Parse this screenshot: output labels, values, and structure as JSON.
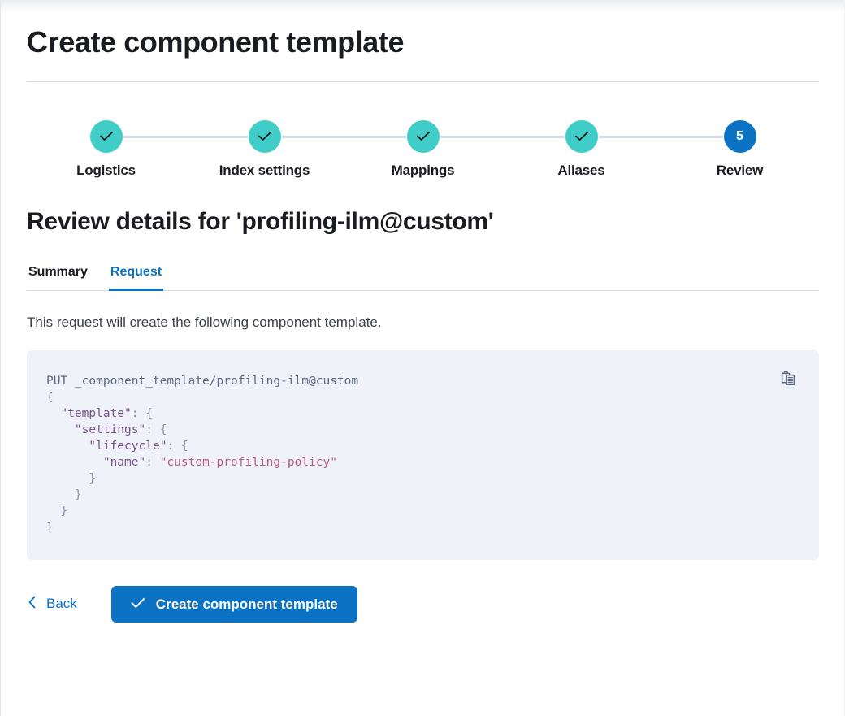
{
  "page": {
    "title": "Create component template"
  },
  "stepper": {
    "steps": [
      {
        "label": "Logistics",
        "state": "complete",
        "number": "1",
        "icon": "check-icon"
      },
      {
        "label": "Index settings",
        "state": "complete",
        "number": "2",
        "icon": "check-icon"
      },
      {
        "label": "Mappings",
        "state": "complete",
        "number": "3",
        "icon": "check-icon"
      },
      {
        "label": "Aliases",
        "state": "complete",
        "number": "4",
        "icon": "check-icon"
      },
      {
        "label": "Review",
        "state": "current",
        "number": "5",
        "icon": ""
      }
    ]
  },
  "review": {
    "heading": "Review details for 'profiling-ilm@custom'",
    "tabs": [
      {
        "label": "Summary",
        "active": false
      },
      {
        "label": "Request",
        "active": true
      }
    ],
    "description": "This request will create the following component template.",
    "code": {
      "copy_icon": "copy-clipboard-icon",
      "lines": [
        [
          {
            "t": "PUT _component_template/profiling-ilm@custom",
            "c": "tok-method"
          }
        ],
        [
          {
            "t": "{",
            "c": "tok-punct"
          }
        ],
        [
          {
            "t": "  ",
            "c": "tok-punct"
          },
          {
            "t": "\"template\"",
            "c": "tok-key"
          },
          {
            "t": ": {",
            "c": "tok-punct"
          }
        ],
        [
          {
            "t": "    ",
            "c": "tok-punct"
          },
          {
            "t": "\"settings\"",
            "c": "tok-key"
          },
          {
            "t": ": {",
            "c": "tok-punct"
          }
        ],
        [
          {
            "t": "      ",
            "c": "tok-punct"
          },
          {
            "t": "\"lifecycle\"",
            "c": "tok-key"
          },
          {
            "t": ": {",
            "c": "tok-punct"
          }
        ],
        [
          {
            "t": "        ",
            "c": "tok-punct"
          },
          {
            "t": "\"name\"",
            "c": "tok-key"
          },
          {
            "t": ": ",
            "c": "tok-punct"
          },
          {
            "t": "\"custom-profiling-policy\"",
            "c": "tok-string"
          }
        ],
        [
          {
            "t": "      }",
            "c": "tok-punct"
          }
        ],
        [
          {
            "t": "    }",
            "c": "tok-punct"
          }
        ],
        [
          {
            "t": "  }",
            "c": "tok-punct"
          }
        ],
        [
          {
            "t": "}",
            "c": "tok-punct"
          }
        ]
      ]
    }
  },
  "actions": {
    "back_label": "Back",
    "back_icon": "chevron-left-icon",
    "create_label": "Create component template",
    "create_icon": "check-icon"
  },
  "colors": {
    "accent_blue": "#0b72c4",
    "step_complete_teal": "#40cdc8",
    "code_background": "#f0f2f9",
    "divider": "#d3dae6",
    "string_token": "#bd5a81",
    "key_token": "#765388"
  }
}
